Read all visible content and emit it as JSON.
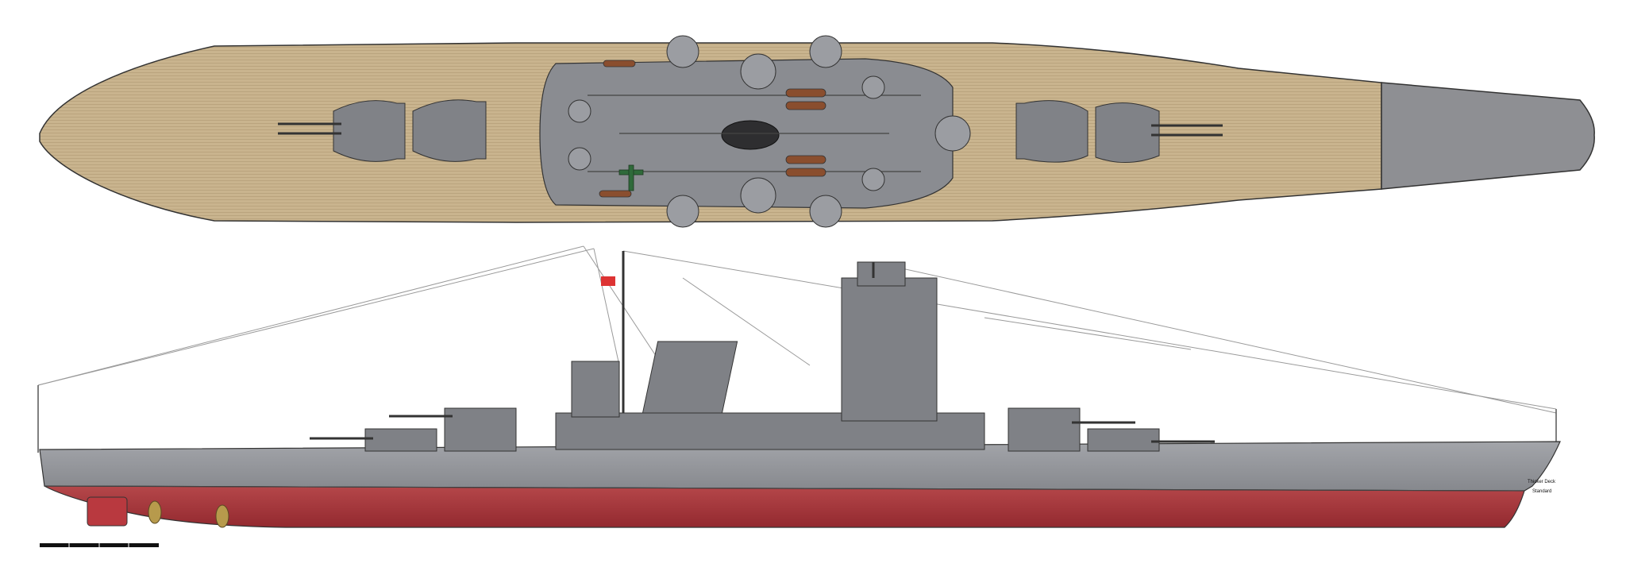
{
  "drawing": {
    "top_view": "plan",
    "side_view": "profile"
  },
  "labels": {
    "hull_callout_line1": "Thicker Deck",
    "hull_callout_line2": "Standard"
  },
  "scale_bar": {
    "segments": 4
  },
  "colors": {
    "deck_wood": "#c9b48e",
    "deck_steel": "#8e8f93",
    "hull_grey": "#8d8f94",
    "superstructure": "#7f8186",
    "antifouling_red": "#a8373c",
    "propeller_bronze": "#b79a4c",
    "rigging": "#9a9a9a"
  }
}
